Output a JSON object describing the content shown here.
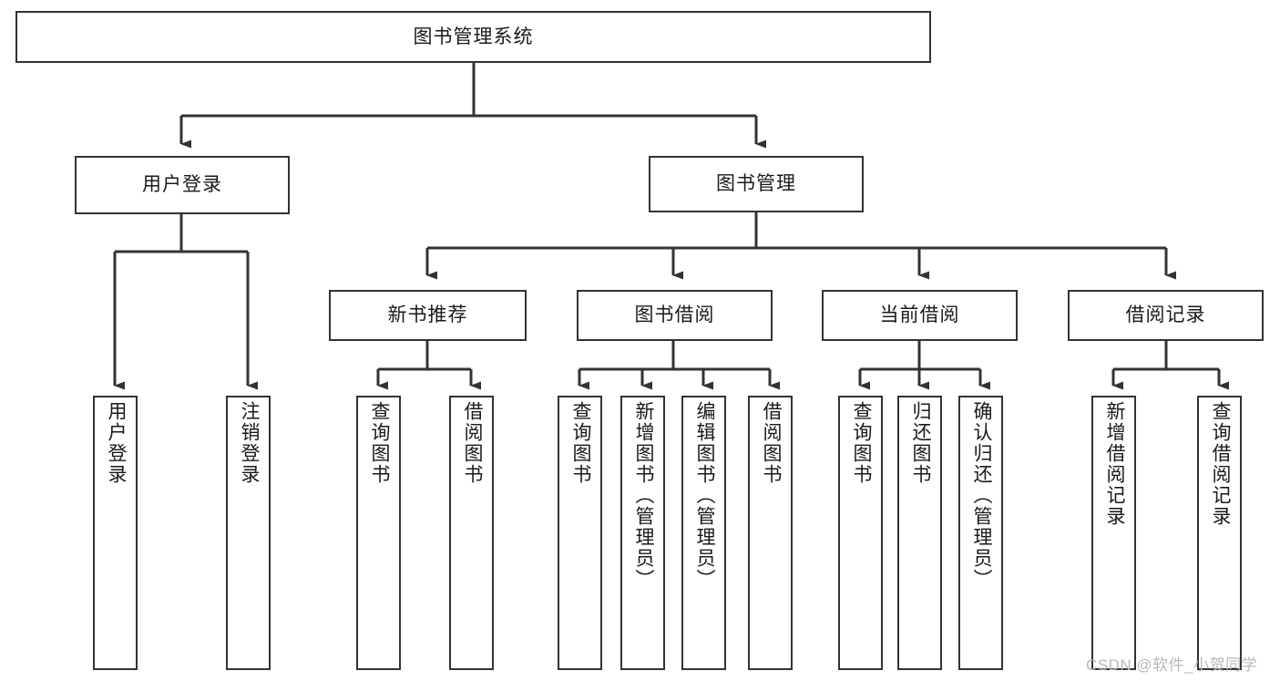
{
  "diagram": {
    "title": "图书管理系统",
    "watermark": "CSDN @软件_小贺同学",
    "colors": {
      "box_border": "#333333",
      "box_fill": "#ffffff",
      "line": "#333333",
      "text": "#1a1a1a",
      "watermark": "#b8b8b8"
    },
    "root": {
      "label": "图书管理系统"
    },
    "level2": [
      {
        "label": "用户登录"
      },
      {
        "label": "图书管理"
      }
    ],
    "level3": [
      {
        "label": "新书推荐"
      },
      {
        "label": "图书借阅"
      },
      {
        "label": "当前借阅"
      },
      {
        "label": "借阅记录"
      }
    ],
    "leaves": [
      {
        "label": "用户登录"
      },
      {
        "label": "注销登录"
      },
      {
        "label": "查询图书"
      },
      {
        "label": "借阅图书"
      },
      {
        "label": "查询图书"
      },
      {
        "label": "新增图书（管理员）"
      },
      {
        "label": "编辑图书（管理员）"
      },
      {
        "label": "借阅图书"
      },
      {
        "label": "查询图书"
      },
      {
        "label": "归还图书"
      },
      {
        "label": "确认归还（管理员）"
      },
      {
        "label": "新增借阅记录"
      },
      {
        "label": "查询借阅记录"
      }
    ]
  }
}
